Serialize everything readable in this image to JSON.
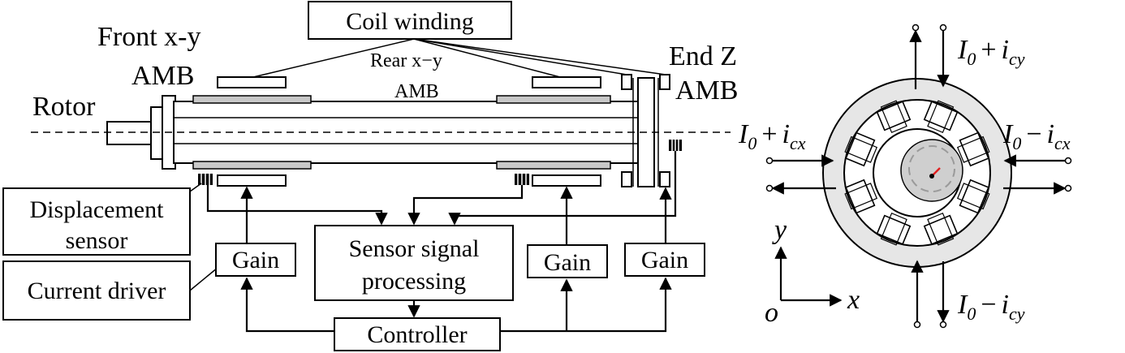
{
  "labels": {
    "coil_winding": "Coil winding",
    "front_amb_line1": "Front x-y",
    "front_amb_line2": "AMB",
    "rear_amb_line1": "Rear x−y",
    "rear_amb_line2": "AMB",
    "end_amb_line1": "End Z",
    "end_amb_line2": "AMB",
    "rotor": "Rotor",
    "displacement_sensor_line1": "Displacement",
    "displacement_sensor_line2": "sensor",
    "current_driver": "Current driver",
    "gain": "Gain",
    "sensor_signal_line1": "Sensor signal",
    "sensor_signal_line2": "processing",
    "controller": "Controller"
  },
  "currents": {
    "top": {
      "base": "I",
      "base_sub": "0",
      "op": "+",
      "var": "i",
      "var_sub": "cy"
    },
    "bottom": {
      "base": "I",
      "base_sub": "0",
      "op": "−",
      "var": "i",
      "var_sub": "cy"
    },
    "left": {
      "base": "I",
      "base_sub": "0",
      "op": "+",
      "var": "i",
      "var_sub": "cx"
    },
    "right": {
      "base": "I",
      "base_sub": "0",
      "op": "−",
      "var": "i",
      "var_sub": "cx"
    }
  },
  "axes": {
    "x": "x",
    "y": "y",
    "origin": "o"
  },
  "colors": {
    "amb_fill": "#c8c8c8",
    "stator_ring": "#e6e6e6",
    "rotor_disk": "#cfcfcf",
    "orbit": "#9a9a9a",
    "offset_marker": "#e02020",
    "line": "#000000"
  }
}
